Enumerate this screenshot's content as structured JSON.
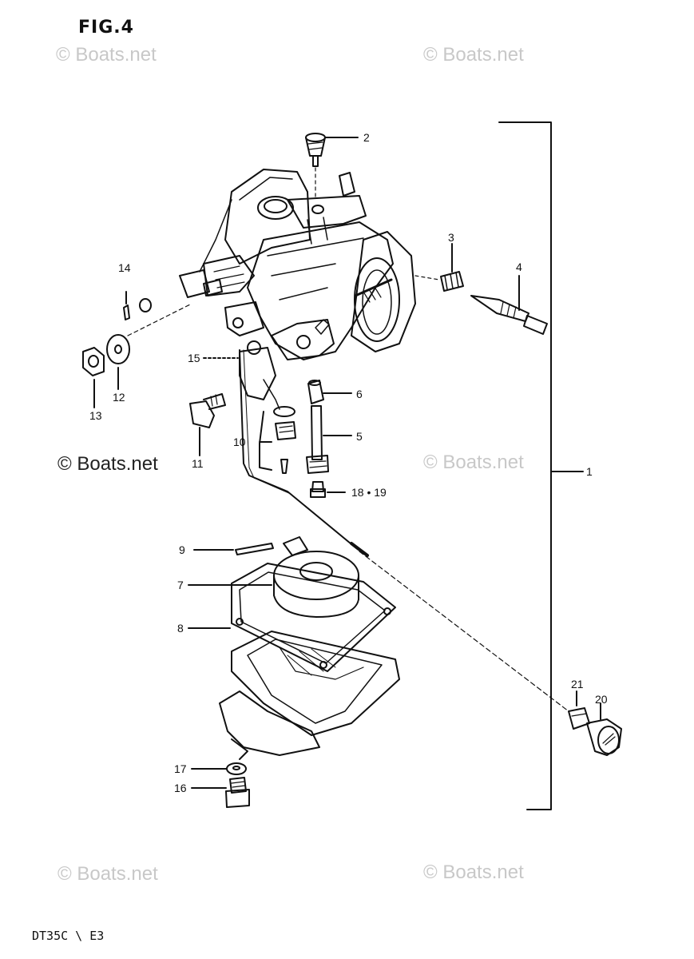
{
  "header": {
    "figure_label": "FIG.4"
  },
  "footer": {
    "model_code": "DT35C \\ E3"
  },
  "watermarks": [
    "© Boats.net",
    "© Boats.net",
    "© Boats.net",
    "© Boats.net",
    "© Boats.net",
    "© Boats.net"
  ],
  "callouts": {
    "p1": "1",
    "p2": "2",
    "p3": "3",
    "p4": "4",
    "p5": "5",
    "p6": "6",
    "p7": "7",
    "p8": "8",
    "p9": "9",
    "p10": "10",
    "p11": "11",
    "p12": "12",
    "p13": "13",
    "p14": "14",
    "p15": "15",
    "p16": "16",
    "p17": "17",
    "p18_19": "18 • 19",
    "p20": "20",
    "p21": "21"
  },
  "colors": {
    "ink": "#111111",
    "watermark": "#c8c8c8",
    "background": "#ffffff"
  }
}
